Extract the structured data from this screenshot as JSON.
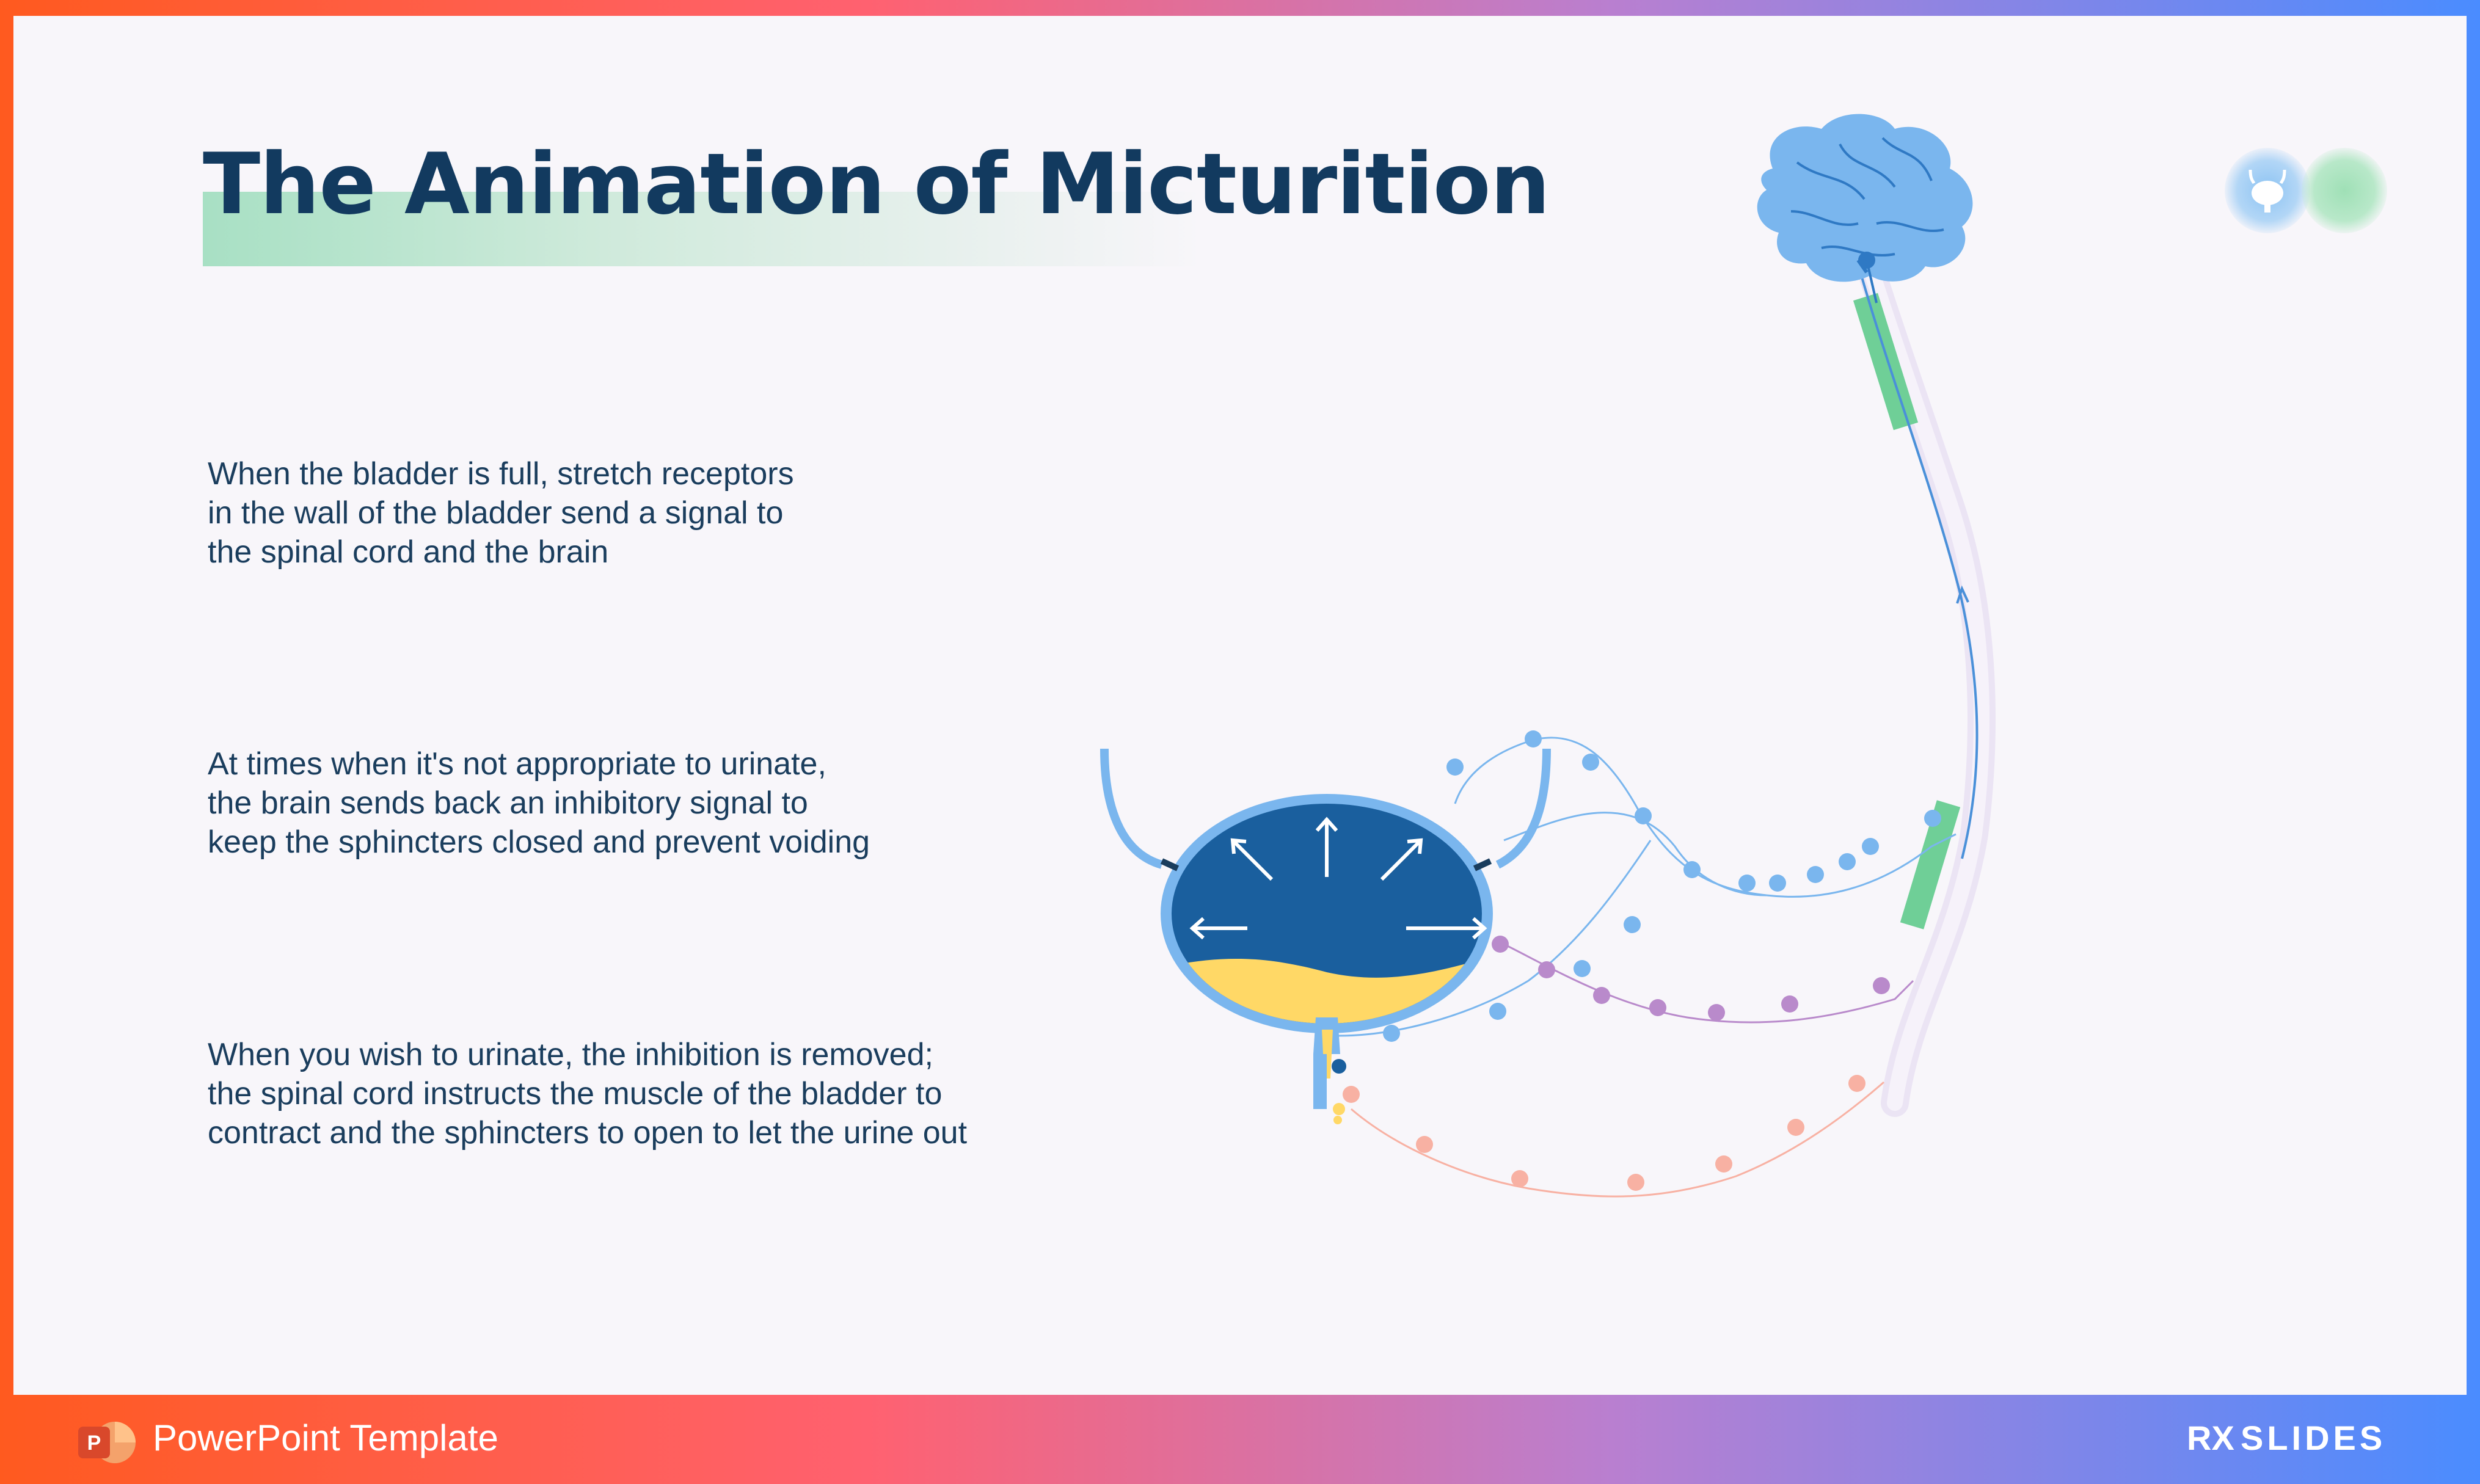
{
  "title": "The Animation of Micturition",
  "paragraphs": [
    "When the bladder is full, stretch receptors\nin the wall of the bladder send a signal to\nthe spinal cord and the brain",
    "At times when it's not appropriate to urinate,\nthe brain sends back an inhibitory signal to\nkeep the sphincters closed and prevent voiding",
    "When you wish to urinate, the inhibition is removed;\nthe spinal cord instructs the muscle of the bladder to\ncontract and the sphincters to open to let the urine out"
  ],
  "footer": {
    "label": "PowerPoint Template",
    "app_icon": "powerpoint-icon",
    "logo_text": "SLIDES",
    "logo_rx": "RX"
  },
  "toggles": [
    {
      "icon": "bladder-icon",
      "color": "#8cc3f3"
    },
    {
      "icon": "none",
      "color": "#9fe0b6"
    }
  ],
  "colors": {
    "title": "#123a5f",
    "brain": "#7ab6ee",
    "bladder": "#1a5f9e",
    "urine": "#ffd866",
    "nerve_blue": "#7ab6ee",
    "nerve_purple": "#b98acb",
    "nerve_pink": "#f8b1a3",
    "spinal_green": "#6fcf97"
  }
}
